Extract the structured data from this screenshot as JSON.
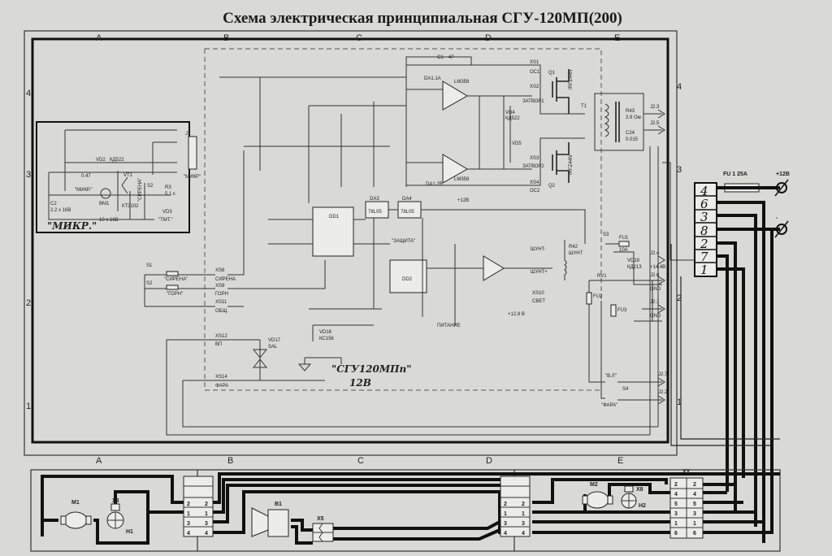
{
  "title": "Схема электрическая принципиальная СГУ-120МП(200)",
  "grid": {
    "cols": [
      "A",
      "B",
      "C",
      "D",
      "E"
    ],
    "rows": [
      "4",
      "3",
      "2",
      "1"
    ]
  },
  "board": {
    "model": "\"СГУ120МПп\"",
    "voltage": "12В",
    "da1a": "DA1.1A",
    "da1b": "DA1.2B",
    "lm358": "LM358",
    "dd1": "DD1",
    "dd2": "DD2",
    "da3": "DA3",
    "da4": "DA4",
    "reg": "78L05",
    "q1": "Q1",
    "q2": "Q2",
    "irf": "IRFZ44N",
    "t1": "T1",
    "xs1": "XS1",
    "oc1": "OC1",
    "xs2": "XS2",
    "zatvor1": "ЗАТВОР1",
    "xs3": "XS3",
    "zatvor2": "ЗАТВОР2",
    "xs4": "XS4",
    "oc2": "OC2",
    "r43": "R43",
    "r43v": "3.9 Ом",
    "c24": "C24",
    "c24v": "0.015",
    "c1": "C1",
    "c1v": "47",
    "vd4": "VD4",
    "vd5": "VD5",
    "kd522": "КД522",
    "plus12": "+12В",
    "plus128": "+12.8 В",
    "zaschita": "\"ЗАЩИТА\"",
    "pitanie": "ПИТАНИЕ",
    "svet": "СВЕТ",
    "xs10": "XS10",
    "r42": "R42",
    "shunt": "ШУНТ",
    "shunt_minus": "ШУНТ-",
    "shunt_plus": "ШУНТ+"
  },
  "inputs": {
    "s1": "S1",
    "sirena_btn": "\"СИРЕНА\"",
    "xs8": "XS8",
    "sirena": "СИРЕНА",
    "s2": "S2",
    "gorn_btn": "\"ГОРН\"",
    "xs9": "XS9",
    "gorn": "ГОРН",
    "xs11": "XS11",
    "obsch": "ОБЩ.",
    "xs12": "XS12",
    "vp": "ВП",
    "xs14": "XS14",
    "fara": "ФАРА",
    "vd17": "VD17",
    "sal": "SAL",
    "vd16": "VD16",
    "kc": "КС156"
  },
  "outputs": {
    "j24": "J2.4",
    "v144": "+14.4В",
    "j26": "J2.6",
    "gnd": "GND",
    "j21": "J2.1",
    "j23": "J2.3",
    "j25": "J2.5",
    "j27": "J2.7",
    "j22": "J2.2",
    "fu1": "FU1",
    "fu1v": "10A",
    "fu2": "FU2",
    "fu3": "FU3",
    "rv1": "RV1",
    "vd18": "VD18",
    "kd213": "КД213",
    "s3": "S3",
    "s4": "S4",
    "vl": "\"В.Л\"",
    "fara": "\"ФАРА\""
  },
  "mic": {
    "label": "\"МИКР.\"",
    "j1": "J1",
    "j1_label": "\"МИКР\"",
    "vt1": "VT1",
    "kt3102": "КТ3102",
    "vd2": "VD2",
    "kd522": "КД522",
    "vd3": "VD3",
    "tmt": "\"ТМТ.\"",
    "bm1": "BM1",
    "mikr_btn": "\"МИКР.\"",
    "s2": "S2",
    "sirena": "\"СИРЕНА\"",
    "r3": "R3",
    "r3v": "5.1 к",
    "c2": "C2",
    "c2v": "2.2 x 16В",
    "c3v": "10 x 16В",
    "c1v": "0.47"
  },
  "power": {
    "fuse": "FU 1  25A",
    "plus": "+12В",
    "minus": "-",
    "pins": [
      "4",
      "6",
      "3",
      "8",
      "2",
      "7",
      "1"
    ]
  },
  "harness": {
    "m1": "M1",
    "x3": "X3",
    "h1": "H1",
    "b1": "B1",
    "x5": "X5",
    "m2": "M2",
    "x8": "X8",
    "h2": "H2",
    "xu": "XУ",
    "conn_b": [
      "2",
      "1",
      "3",
      "4"
    ],
    "conn_d": [
      "2",
      "1",
      "3",
      "4"
    ],
    "conn_xu": [
      "2",
      "4",
      "5",
      "3",
      "1",
      "6"
    ]
  }
}
